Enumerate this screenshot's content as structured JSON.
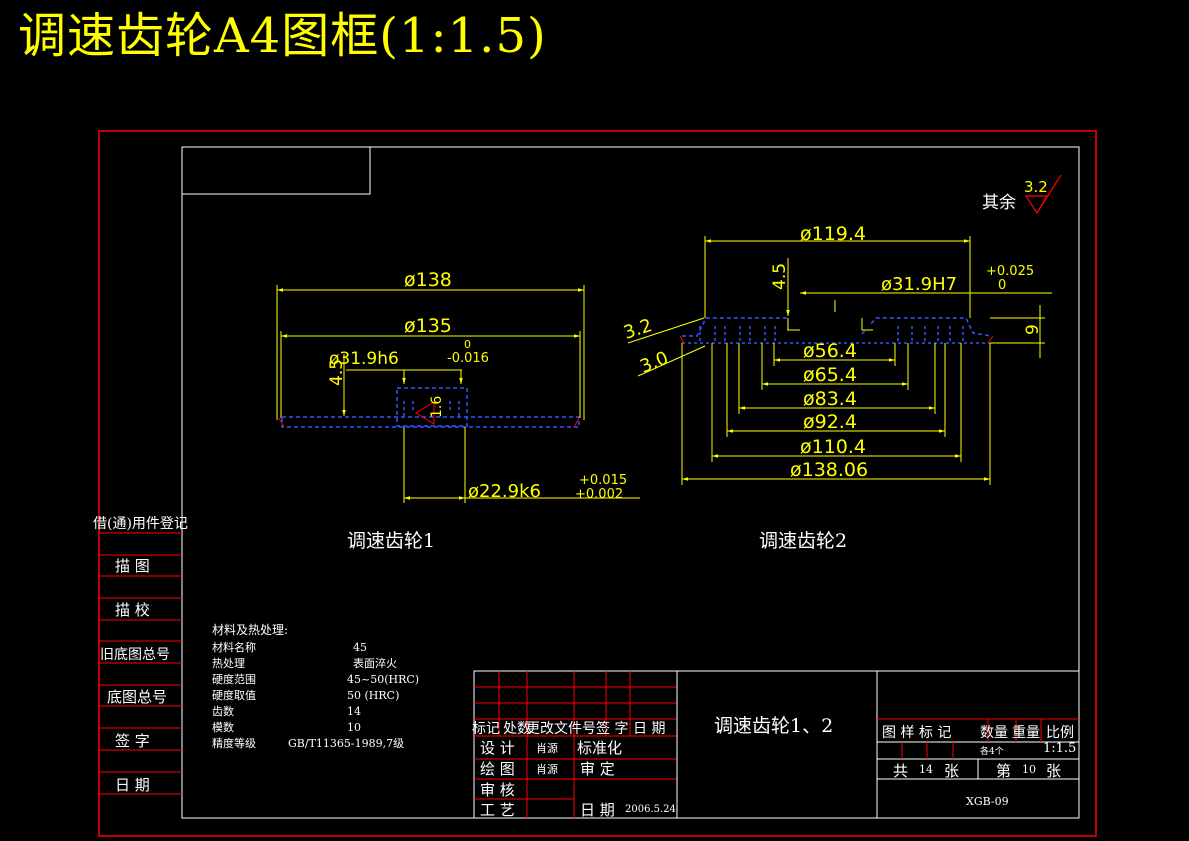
{
  "title": "调速齿轮A4图框(1:1.5)",
  "roughness": {
    "label": "其余",
    "value": "3.2"
  },
  "gear1": {
    "caption": "调速齿轮1",
    "dims": {
      "d138": "ø138",
      "d135": "ø135",
      "bore": "ø31.9h6",
      "bore_tol_upper": "0",
      "bore_tol_lower": "-0.016",
      "h45": "4.5",
      "h16": "1.6",
      "hub": "ø22.9k6",
      "hub_tol_upper": "+0.015",
      "hub_tol_lower": "+0.002"
    }
  },
  "gear2": {
    "caption": "调速齿轮2",
    "dims": {
      "d1194": "ø119.4",
      "h45": "4.5",
      "bore": "ø31.9H7",
      "bore_tol_upper": "+0.025",
      "bore_tol_lower": "0",
      "h9": "9",
      "c32": "3.2",
      "c30": "3.0",
      "d564": "ø56.4",
      "d654": "ø65.4",
      "d834": "ø83.4",
      "d924": "ø92.4",
      "d1104": "ø110.4",
      "d13806": "ø138.06"
    }
  },
  "side_labels": [
    "借(通)用件登记",
    "描 图",
    "描 校",
    "旧底图总号",
    "底图总号",
    "签 字",
    "日 期"
  ],
  "materials": {
    "header": "材料及热处理:",
    "rows": [
      {
        "k": "材料名称",
        "v": "45"
      },
      {
        "k": "热处理",
        "v": "表面淬火"
      },
      {
        "k": "硬度范围",
        "v": "45~50(HRC)"
      },
      {
        "k": "硬度取值",
        "v": "50 (HRC)"
      },
      {
        "k": "齿数",
        "v": "14"
      },
      {
        "k": "模数",
        "v": "10"
      },
      {
        "k": "精度等级",
        "v": "GB/T11365-1989,7级"
      }
    ]
  },
  "title_block": {
    "drawing_name": "调速齿轮1、2",
    "rev_header": [
      "标记",
      "处数",
      "更改文件号",
      "签 字",
      "日 期"
    ],
    "design": "设 计",
    "designer": "肖源",
    "standard": "标准化",
    "draw": "绘 图",
    "drawer": "肖源",
    "check": "审 定",
    "review": "审 核",
    "process": "工 艺",
    "date_label": "日 期",
    "date": "2006.5.24",
    "cols": [
      "图 样 标 记",
      "数量",
      "重量",
      "比例"
    ],
    "quantity": "各4个",
    "scale": "1:1.5",
    "total_label": "共",
    "total": "14",
    "zhang": "张",
    "sheet_label": "第",
    "sheet": "10",
    "drawing_no": "XGB-09"
  },
  "colors": {
    "dim": "#ffff00",
    "border": "#ff0000",
    "hatch": "#3355ff",
    "text": "#ffffff",
    "bg": "#000000"
  }
}
